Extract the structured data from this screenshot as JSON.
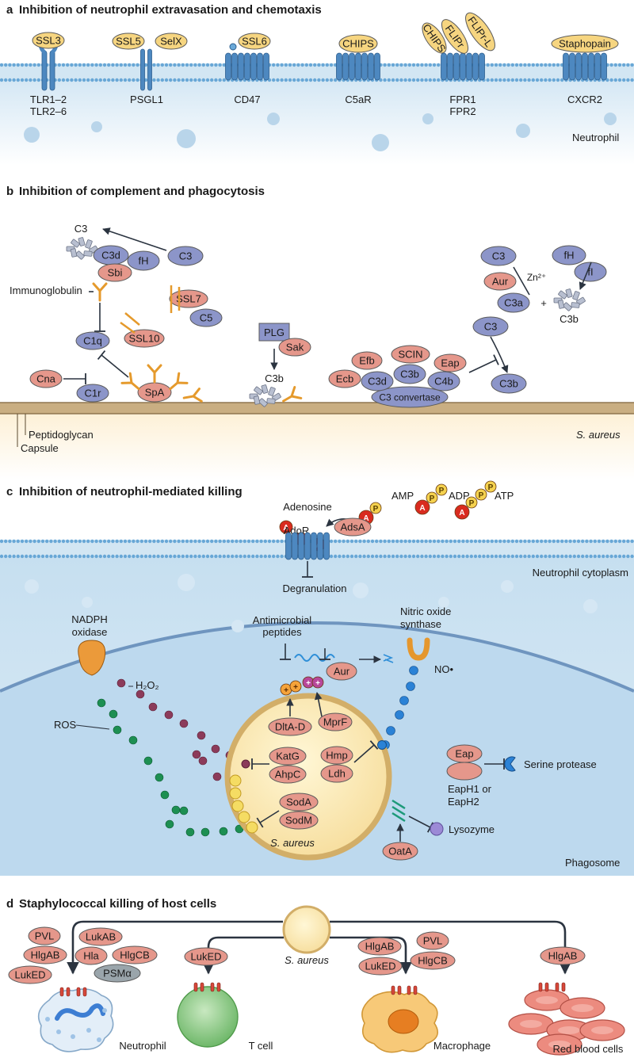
{
  "panels": {
    "a": {
      "letter": "a",
      "title": "Inhibition of neutrophil extravasation and chemotaxis"
    },
    "b": {
      "letter": "b",
      "title": "Inhibition of complement and phagocytosis"
    },
    "c": {
      "letter": "c",
      "title": "Inhibition of neutrophil-mediated killing"
    },
    "d": {
      "letter": "d",
      "title": "Staphylococcal killing of host cells"
    }
  },
  "panel_a": {
    "receptors": [
      {
        "line1": "TLR1–2",
        "line2": "TLR2–6",
        "evaders": [
          "SSL3"
        ]
      },
      {
        "line1": "PSGL1",
        "line2": "",
        "evaders": [
          "SSL5",
          "SelX"
        ]
      },
      {
        "line1": "CD47",
        "line2": "",
        "evaders": [
          "SSL6"
        ]
      },
      {
        "line1": "C5aR",
        "line2": "",
        "evaders": [
          "CHIPS"
        ]
      },
      {
        "line1": "FPR1",
        "line2": "FPR2",
        "evaders": [
          "CHIPS",
          "FLIPr",
          "FLIPr-L"
        ]
      },
      {
        "line1": "CXCR2",
        "line2": "",
        "evaders": [
          "Staphopain"
        ]
      }
    ],
    "cell_label": "Neutrophil"
  },
  "panel_b": {
    "host": [
      "C3",
      "C3d",
      "fH",
      "C3",
      "C1q",
      "C1r",
      "C5",
      "C3",
      "C3a",
      "fH",
      "fI",
      "C3b",
      "C3b",
      "C3b",
      "C3d",
      "C3b",
      "C4b",
      "C3b",
      "C3 convertase"
    ],
    "bacterial": [
      "Sbi",
      "SSL7",
      "SSL10",
      "Cna",
      "SpA",
      "Sak",
      "Efb",
      "Ecb",
      "SCIN",
      "Eap",
      "Aur"
    ],
    "labels": {
      "ig": "Immunoglobulin",
      "plg": "PLG",
      "zn": "Zn²⁺",
      "plus": "+",
      "peptidoglycan": "Peptidoglycan",
      "capsule": "Capsule",
      "organism": "S. aureus"
    }
  },
  "panel_c": {
    "adenosine": "Adenosine",
    "amp": "AMP",
    "adp": "ADP",
    "atp": "ATP",
    "a_glyph": "A",
    "p_glyph": "P",
    "adsa": "AdsA",
    "ador": "AdoR",
    "degranulation": "Degranulation",
    "cytoplasm": "Neutrophil cytoplasm",
    "antimicrobial_line1": "Antimicrobial",
    "antimicrobial_line2": "peptides",
    "nos_line1": "Nitric oxide",
    "nos_line2": "synthase",
    "no": "NO•",
    "nadph_line1": "NADPH",
    "nadph_line2": "oxidase",
    "h2o2": "H₂O₂",
    "ros": "ROS",
    "plus": "+",
    "factors": [
      "Aur",
      "DltA-D",
      "MprF",
      "KatG",
      "AhpC",
      "Hmp",
      "Ldh",
      "SodA",
      "SodM",
      "OatA"
    ],
    "eap": "Eap",
    "eaph_line1": "EapH1 or",
    "eaph_line2": "EapH2",
    "serine_protease": "Serine protease",
    "lysozyme": "Lysozyme",
    "organism": "S. aureus",
    "phagosome": "Phagosome"
  },
  "panel_d": {
    "organism": "S. aureus",
    "neutrophil_toxins": [
      "PVL",
      "LukAB",
      "HlgAB",
      "Hla",
      "HlgCB",
      "LukED",
      "PSMα"
    ],
    "tcell_toxins": [
      "LukED"
    ],
    "macrophage_toxins": [
      "HlgAB",
      "PVL",
      "LukED",
      "HlgCB"
    ],
    "rbc_toxins": [
      "HlgAB"
    ],
    "cells": [
      "Neutrophil",
      "T cell",
      "Macrophage",
      "Red blood cells"
    ]
  },
  "colors": {
    "host": "#8c95c9",
    "bacterial": "#e5978b",
    "evader": "#f6d580",
    "receptor": "#4d88c0",
    "toxin_grey": "#9aa5ab"
  }
}
